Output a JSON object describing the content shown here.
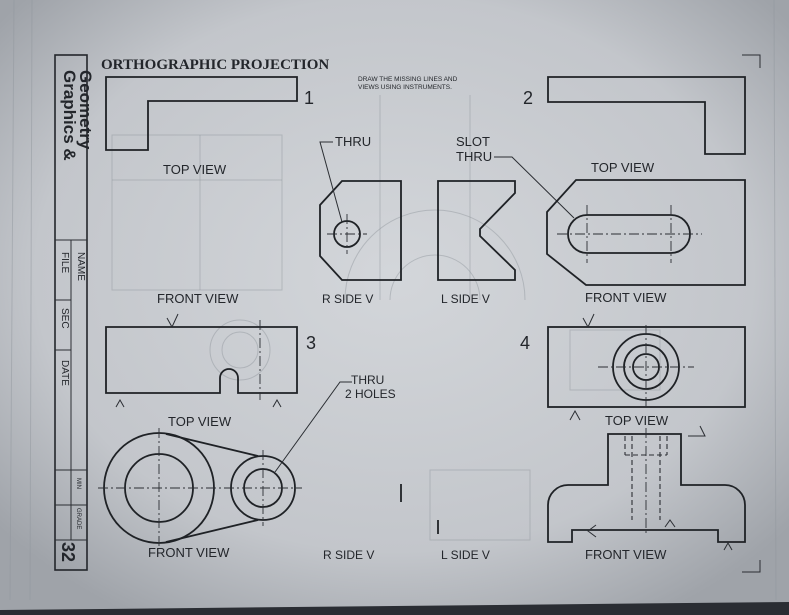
{
  "header": {
    "title": "ORTHOGRAPHIC PROJECTION",
    "instruction_line1": "DRAW THE MISSING LINES AND",
    "instruction_line2": "VIEWS USING INSTRUMENTS."
  },
  "sidebar": {
    "book_title_line1": "Graphics &",
    "book_title_line2": "Geometry",
    "fields": {
      "name": "NAME",
      "file": "FILE",
      "sec": "SEC",
      "date": "DATE",
      "min": "MIN",
      "grade": "GRADE"
    },
    "page_number": "32"
  },
  "problems": [
    {
      "number": "1",
      "top_view": "TOP VIEW",
      "front_view": "FRONT VIEW",
      "r_side": "R SIDE V",
      "l_side": "L SIDE V",
      "note": "THRU"
    },
    {
      "number": "2",
      "top_view": "TOP VIEW",
      "front_view": "FRONT VIEW",
      "note_line1": "SLOT",
      "note_line2": "THRU"
    },
    {
      "number": "3",
      "top_view": "TOP VIEW",
      "front_view": "FRONT VIEW",
      "r_side": "R SIDE V",
      "l_side": "L SIDE V",
      "note_line1": "THRU",
      "note_line2": "2 HOLES"
    },
    {
      "number": "4",
      "top_view": "TOP VIEW",
      "front_view": "FRONT VIEW"
    }
  ],
  "colors": {
    "paper": "#c9ccd0",
    "ink": "#1f2226",
    "background": "#2a2d33"
  }
}
